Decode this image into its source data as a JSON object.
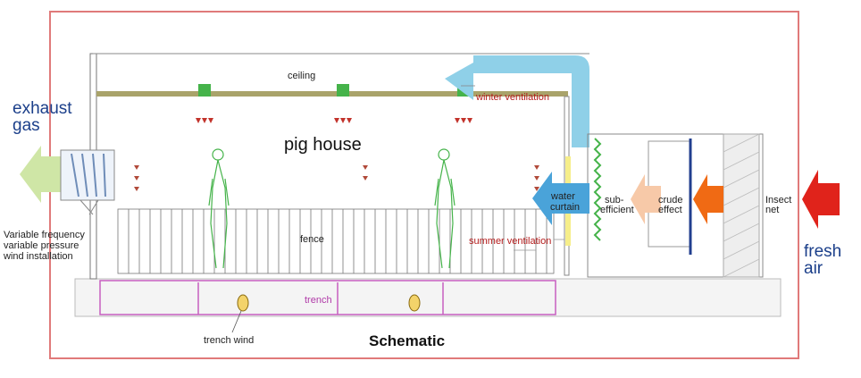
{
  "labels": {
    "ceiling": "ceiling",
    "winter_ventilation": "winter ventilation",
    "pig_house": "pig house",
    "fence": "fence",
    "summer_ventilation": "summer ventilation",
    "trench": "trench",
    "trench_wind": "trench wind",
    "schematic": "Schematic",
    "water_curtain_1": "water",
    "water_curtain_2": "curtain",
    "sub_efficient_1": "sub-",
    "sub_efficient_2": "efficient",
    "crude_effect_1": "crude",
    "crude_effect_2": "effect",
    "insect_net_1": "Insect",
    "insect_net_2": "net",
    "fresh_air_1": "fresh",
    "fresh_air_2": "air",
    "exhaust_gas_1": "exhaust",
    "exhaust_gas_2": "gas",
    "fan_1": "Variable frequency",
    "fan_2": "variable pressure",
    "fan_3": "wind installation"
  },
  "colors": {
    "frame": "#e07a7a",
    "ceiling_beam": "#a9a36a",
    "duct": "#8fd0e8",
    "fresh_air_arrow": "#e0231b",
    "crude_arrow": "#f06a14",
    "sub_arrow": "#f7c9a8",
    "exhaust_arrow": "#cfe6a6",
    "water_curtain_arrow": "#4aa3d9",
    "plants": "#45b34a",
    "trench_line": "#c65ec0",
    "filter_blue": "#223f8f",
    "insect_net": "#c9c9c9"
  },
  "icons": [
    "ceiling-diffuser-icon",
    "down-arrows-icon",
    "pig-figure-icon",
    "fan-icon",
    "trench-vent-icon"
  ]
}
